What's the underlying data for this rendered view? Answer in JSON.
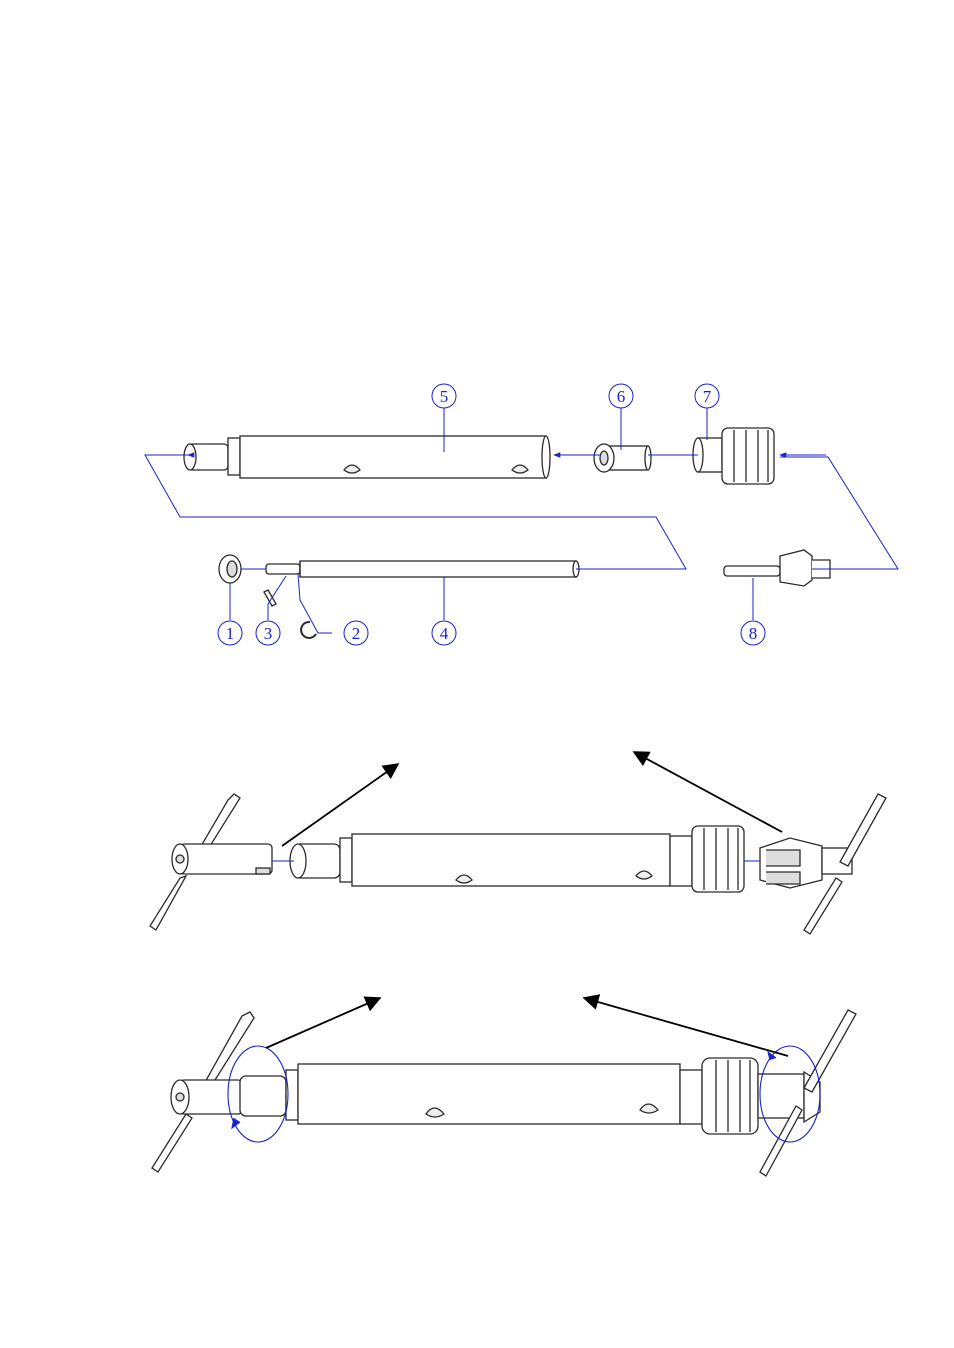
{
  "colors": {
    "line": "#2a2a2a",
    "callout": "#1a22cc",
    "arrow": "#000000",
    "fill": "#ffffff"
  },
  "exploded_view": {
    "callouts": [
      {
        "id": "1",
        "label": "1"
      },
      {
        "id": "2",
        "label": "2"
      },
      {
        "id": "3",
        "label": "3"
      },
      {
        "id": "4",
        "label": "4"
      },
      {
        "id": "5",
        "label": "5"
      },
      {
        "id": "6",
        "label": "6"
      },
      {
        "id": "7",
        "label": "7"
      },
      {
        "id": "8",
        "label": "8"
      }
    ]
  },
  "assembly_views": {
    "view_a": {
      "arrows": 2
    },
    "view_b": {
      "arrows": 2,
      "rotation_indicators": 2
    }
  }
}
